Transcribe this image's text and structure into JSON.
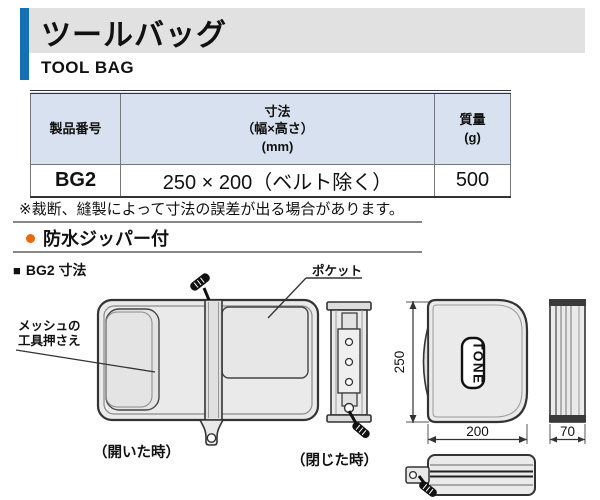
{
  "header": {
    "title_jp": "ツールバッグ",
    "title_en": "TOOL BAG"
  },
  "table": {
    "headers": {
      "product": "製品番号",
      "dimensions_line1": "寸法",
      "dimensions_line2": "（幅×高さ）",
      "dimensions_line3": "(mm)",
      "mass_line1": "質量",
      "mass_line2": "(g)"
    },
    "rows": [
      {
        "product": "BG2",
        "dimensions": "250 × 200（ベルト除く）",
        "mass": "500"
      }
    ]
  },
  "note": "※裁断、縫製によって寸法の誤差が出る場合があります。",
  "feature": {
    "label": "防水ジッパー付"
  },
  "diagram": {
    "section_marker": "■",
    "section_title": "BG2 寸法",
    "labels": {
      "mesh_line1": "メッシュの",
      "mesh_line2": "工具押さえ",
      "pocket": "ポケット",
      "open_caption": "（開いた時）",
      "closed_caption": "（閉じた時）"
    },
    "dimensions": {
      "height": "250",
      "width": "200",
      "depth": "70"
    },
    "logo": "TONE"
  },
  "colors": {
    "accent_blue": "#1470b5",
    "title_strip_gray": "#e1e1e1",
    "table_header_blue": "#d8e1f0",
    "bullet_orange": "#e8680f"
  }
}
